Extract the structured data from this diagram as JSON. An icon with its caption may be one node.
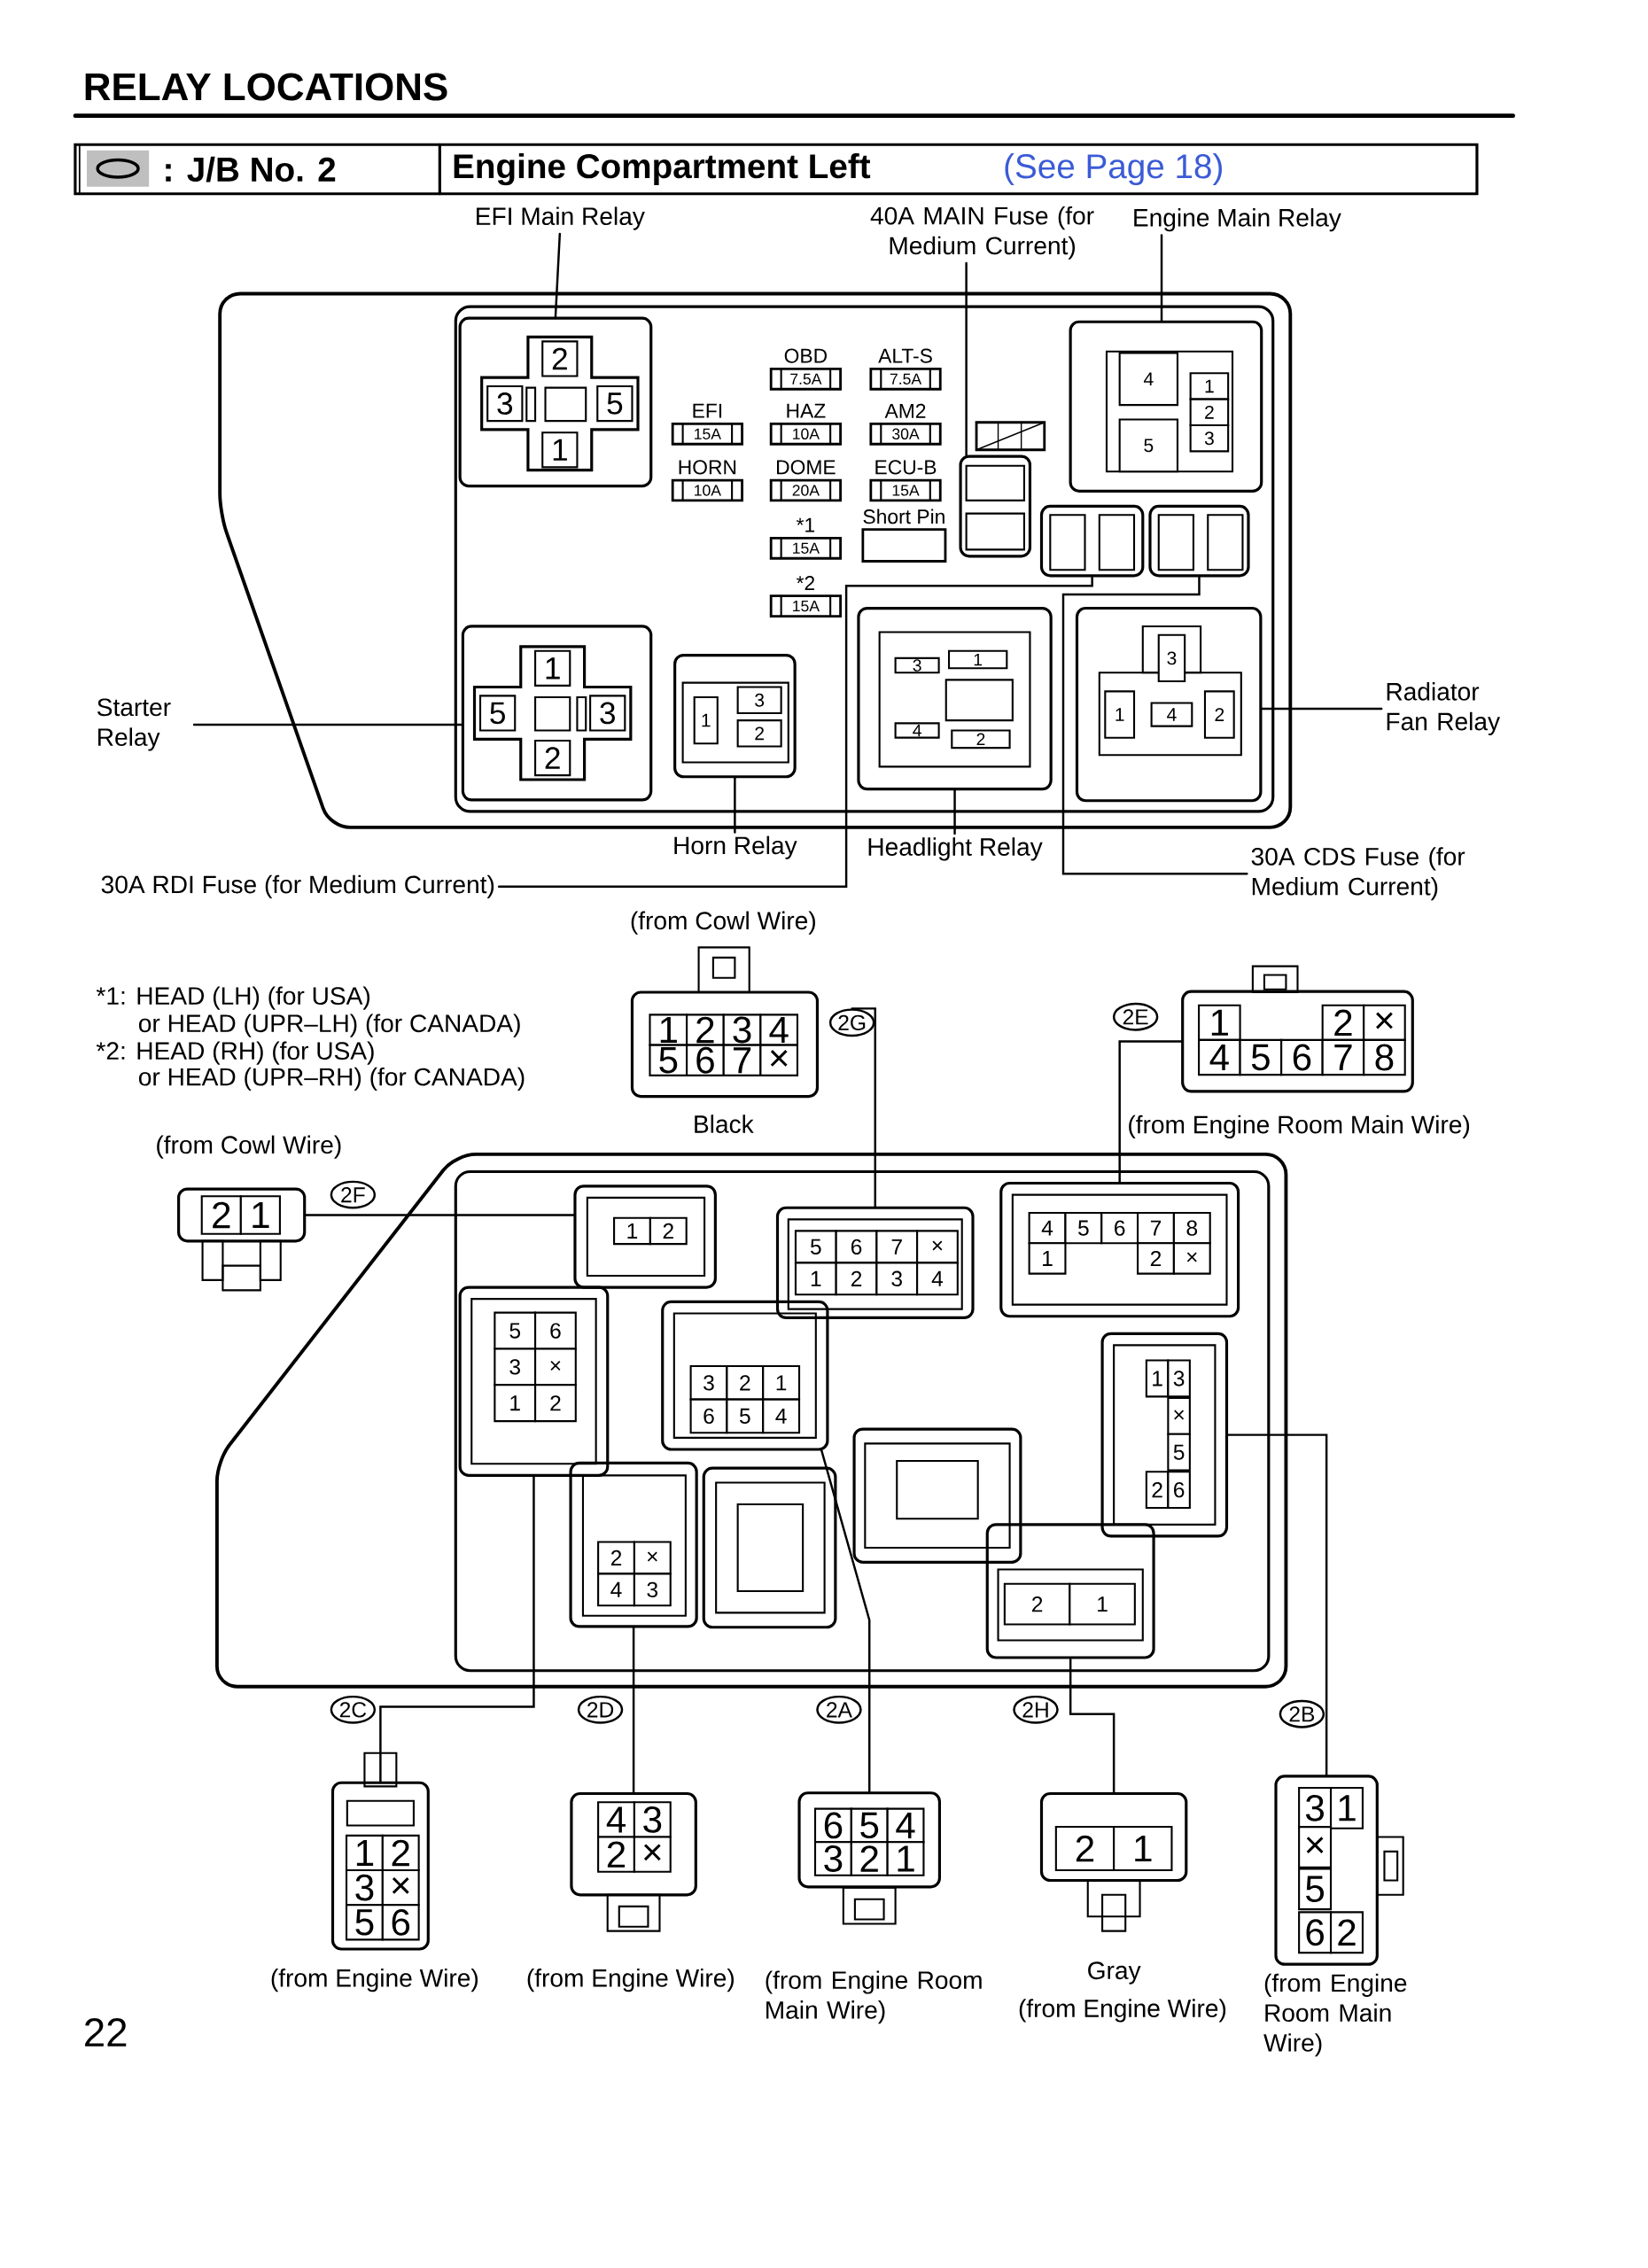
{
  "diagram": {
    "title": "RELAY LOCATIONS",
    "nodes": [
      {
        "text": [
          "EFI Main Relay"
        ]
      },
      {
        "text": [
          "40A MAIN Fuse (for Medium Current)"
        ]
      },
      {
        "text": [
          "Engine Main Relay"
        ]
      },
      {
        "text": [
          "2",
          "3",
          "5",
          "1"
        ]
      },
      {
        "text": [],
        "shape": "box"
      },
      {
        "text": [
          "4",
          "1",
          "2",
          "3",
          "5"
        ]
      },
      {
        "text": [
          "OBD",
          "7.5A"
        ]
      },
      {
        "text": [
          "ALT-S",
          "7.5A"
        ]
      },
      {
        "text": [
          "EFI",
          "15A"
        ]
      },
      {
        "text": [
          "HAZ",
          "10A"
        ]
      },
      {
        "text": [
          "AM2",
          "30A"
        ]
      },
      {
        "text": [
          "HORN",
          "10A"
        ]
      },
      {
        "text": [
          "DOME",
          "20A"
        ]
      },
      {
        "text": [
          "ECU-B",
          "15A"
        ]
      },
      {
        "text": [
          "*1",
          "15A"
        ]
      },
      {
        "text": [
          "Short Pin"
        ]
      },
      {
        "text": [
          "*2",
          "15A"
        ]
      },
      {
        "text": [],
        "shape": "box"
      },
      {
        "text": [],
        "shape": "box"
      },
      {
        "text": [
          "1",
          "5",
          "3",
          "2"
        ]
      },
      {
        "text": [
          "3",
          "1",
          "2"
        ]
      },
      {
        "text": [
          "3",
          "1",
          "4",
          "2"
        ]
      },
      {
        "text": [
          "3",
          "1",
          "4",
          "2"
        ]
      },
      {
        "text": [
          "Starter Relay"
        ]
      },
      {
        "text": [
          "Radiator Fan Relay"
        ]
      },
      {
        "text": [
          "Horn Relay"
        ]
      },
      {
        "text": [
          "Headlight Relay"
        ]
      },
      {
        "text": [
          "30A RDI Fuse (for Medium Current)"
        ]
      },
      {
        "text": [
          "30A CDS Fuse (for Medium Current)"
        ]
      },
      {
        "text": [
          "1",
          "2",
          "3",
          "4",
          "5",
          "6",
          "7",
          "×"
        ],
        "beside": [
          "(from Cowl Wire)",
          "Black"
        ]
      },
      {
        "text": [
          "2G"
        ]
      },
      {
        "text": [
          "2E"
        ]
      },
      {
        "text": [
          "1",
          "2",
          "×",
          "4",
          "5",
          "6",
          "7",
          "8"
        ],
        "beside": [
          "(from Engine Room Main Wire)"
        ]
      },
      {
        "text": [
          "2",
          "1"
        ],
        "beside": [
          "(from Cowl Wire)"
        ]
      },
      {
        "text": [
          "2F"
        ]
      },
      {
        "text": [
          "1",
          "2"
        ]
      },
      {
        "text": [
          "5",
          "6",
          "7",
          "×",
          "1",
          "2",
          "3",
          "4"
        ]
      },
      {
        "text": [
          "4",
          "5",
          "6",
          "7",
          "8",
          "1",
          "2",
          "×"
        ]
      },
      {
        "text": [
          "5",
          "6",
          "3",
          "×",
          "1",
          "2"
        ]
      },
      {
        "text": [
          "3",
          "2",
          "1",
          "6",
          "5",
          "4"
        ]
      },
      {
        "text": [
          "1",
          "3",
          "×",
          "5",
          "2",
          "6"
        ]
      },
      {
        "text": [
          "2",
          "×",
          "4",
          "3"
        ]
      },
      {
        "text": [],
        "shape": "box"
      },
      {
        "text": [],
        "shape": "box"
      },
      {
        "text": [
          "2",
          "1"
        ]
      },
      {
        "text": [
          "2C"
        ]
      },
      {
        "text": [
          "1",
          "2",
          "3",
          "×",
          "5",
          "6"
        ],
        "beside": [
          "(from Engine Wire)"
        ]
      },
      {
        "text": [
          "2D"
        ]
      },
      {
        "text": [
          "4",
          "3",
          "2",
          "×"
        ],
        "beside": [
          "(from Engine Wire)"
        ]
      },
      {
        "text": [
          "2A"
        ]
      },
      {
        "text": [
          "6",
          "5",
          "4",
          "3",
          "2",
          "1"
        ],
        "beside": [
          "(from Engine Room Main Wire)"
        ]
      },
      {
        "text": [
          "2H"
        ]
      },
      {
        "text": [
          "2",
          "1"
        ],
        "beside": [
          "Gray",
          "(from Engine Wire)"
        ]
      },
      {
        "text": [
          "2B"
        ]
      },
      {
        "text": [
          "3",
          "1",
          "×",
          "5",
          "6",
          "2"
        ],
        "beside": [
          "(from Engine Room Main Wire)"
        ]
      }
    ],
    "edges": [
      {
        "from": 0,
        "to": 3,
        "arrow": "none"
      },
      {
        "from": 1,
        "to": 4,
        "arrow": "none"
      },
      {
        "from": 2,
        "to": 5,
        "arrow": "none"
      },
      {
        "from": 23,
        "to": 19,
        "arrow": "none"
      },
      {
        "from": 24,
        "to": 22,
        "arrow": "none"
      },
      {
        "from": 25,
        "to": 20,
        "arrow": "none"
      },
      {
        "from": 26,
        "to": 21,
        "arrow": "none"
      },
      {
        "from": 27,
        "to": 17,
        "arrow": "none"
      },
      {
        "from": 28,
        "to": 18,
        "arrow": "none"
      },
      {
        "from": 36,
        "to": 30,
        "arrow": "none"
      },
      {
        "from": 37,
        "to": 32,
        "arrow": "none"
      },
      {
        "from": 35,
        "to": 33,
        "arrow": "none"
      },
      {
        "from": 38,
        "to": 46,
        "arrow": "none"
      },
      {
        "from": 41,
        "to": 48,
        "arrow": "none"
      },
      {
        "from": 39,
        "to": 50,
        "arrow": "none"
      },
      {
        "from": 44,
        "to": 52,
        "arrow": "none"
      },
      {
        "from": 40,
        "to": 54,
        "arrow": "none"
      }
    ],
    "labels": [
      ": J/B No. 2",
      "Engine Compartment Left",
      "(See Page 18)",
      "*1: HEAD (LH) (for USA)",
      "or HEAD (UPR–LH) (for CANADA)",
      "*2: HEAD (RH) (for USA)",
      "or HEAD (UPR–RH) (for CANADA)",
      "22"
    ]
  }
}
